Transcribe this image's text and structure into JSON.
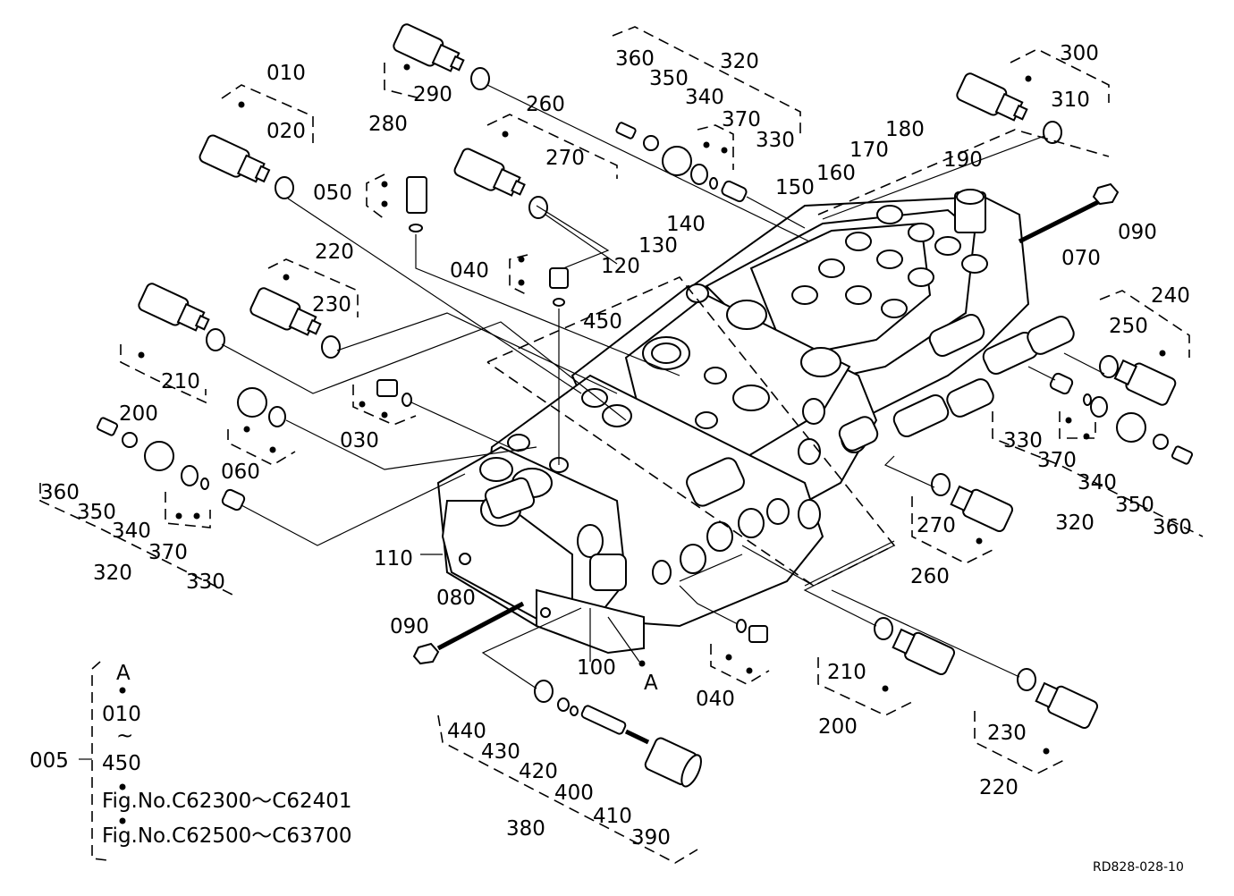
{
  "labels": {
    "p010": "010",
    "p020": "020",
    "p280": "280",
    "p290": "290",
    "p260a": "260",
    "p270a": "270",
    "p050": "050",
    "p040a": "040",
    "p450": "450",
    "p120": "120",
    "p130": "130",
    "p140": "140",
    "p150": "150",
    "p160": "160",
    "p170": "170",
    "p180": "180",
    "p190": "190",
    "p360a": "360",
    "p350a": "350",
    "p340a": "340",
    "p320a": "320",
    "p370a": "370",
    "p330a": "330",
    "p300": "300",
    "p310": "310",
    "p090a": "090",
    "p070": "070",
    "p240": "240",
    "p250": "250",
    "p220a": "220",
    "p230a": "230",
    "p210a": "210",
    "p200a": "200",
    "p030": "030",
    "p060": "060",
    "p360b": "360",
    "p350b": "350",
    "p340b": "340",
    "p370b": "370",
    "p320b": "320",
    "p330b": "330",
    "p110": "110",
    "p080": "080",
    "p090b": "090",
    "p100": "100",
    "pA": "A",
    "p040b": "040",
    "p210b": "210",
    "p200b": "200",
    "p230b": "230",
    "p220b": "220",
    "p270b": "270",
    "p260b": "260",
    "p330c": "330",
    "p370c": "370",
    "p340c": "340",
    "p320c": "320",
    "p350c": "350",
    "p360c": "360",
    "p440": "440",
    "p430": "430",
    "p420": "420",
    "p400": "400",
    "p410": "410",
    "p390": "390",
    "p380": "380"
  },
  "legend": {
    "code": "005",
    "line_a": "A",
    "line_from": "010",
    "tilde": "~",
    "line_to": "450",
    "fig_1": "Fig.No.C62300～C62401",
    "fig_2": "Fig.No.C62500～C63700"
  },
  "reference_code": "RD828-028-10"
}
